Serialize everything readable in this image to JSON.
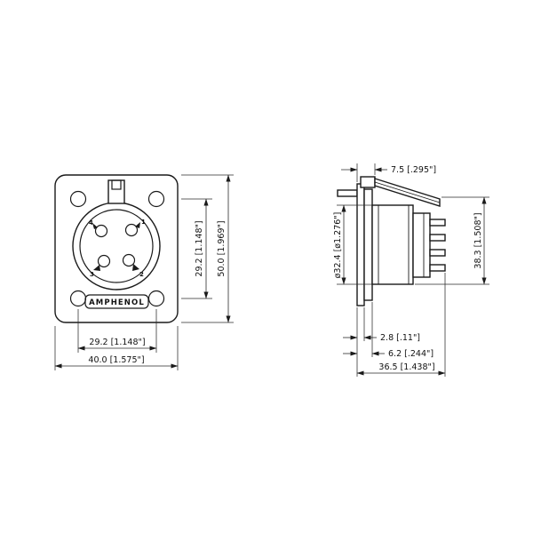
{
  "drawing": {
    "brand": "AMPHENOL",
    "front": {
      "pin1": "1",
      "pin2": "2",
      "pin3": "3",
      "pin4": "4",
      "dim_pin_span_vertical": "29.2 [1.148\"]",
      "dim_height": "50.0 [1.969\"]",
      "dim_pin_span_horizontal": "29.2 [1.148\"]",
      "dim_width": "40.0 [1.575\"]"
    },
    "side": {
      "dim_front_projection": "7.5 [.295\"]",
      "dim_barrel_diameter": "ø32.4 [ø1.276\"]",
      "dim_overall_height": "38.3 [1.508\"]",
      "dim_panel_thickness": "2.8 [.11\"]",
      "dim_flange_depth": "6.2 [.244\"]",
      "dim_total_depth": "36.5 [1.438\"]"
    }
  }
}
